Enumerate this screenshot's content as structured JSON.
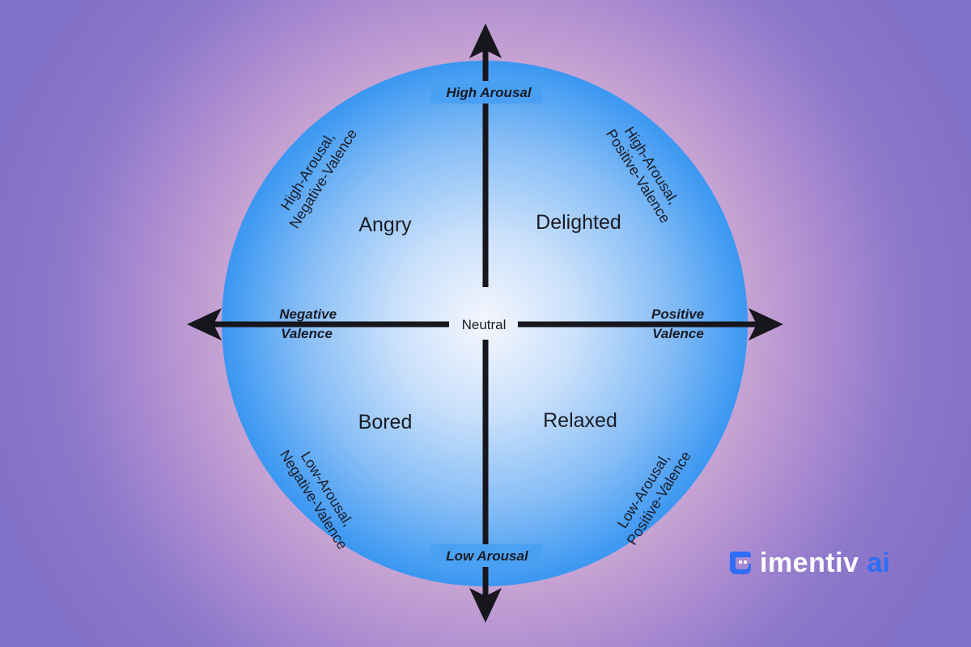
{
  "axes": {
    "top": "High Arousal",
    "bottom": "Low Arousal",
    "left": [
      "Negative",
      "Valence"
    ],
    "right": [
      "Positive",
      "Valence"
    ],
    "center": "Neutral"
  },
  "emotions": {
    "top_left": "Angry",
    "top_right": "Delighted",
    "bottom_left": "Bored",
    "bottom_right": "Relaxed"
  },
  "quadrants": {
    "top_left": [
      "High-Arousal,",
      "Negative-Valence"
    ],
    "top_right": [
      "High-Arousal,",
      "Positive-Valence"
    ],
    "bottom_left": [
      "Low-Arousal,",
      "Negative-Valence"
    ],
    "bottom_right": [
      "Low-Arousal,",
      "Positive-Valence"
    ]
  },
  "logo": {
    "name": "imentiv",
    "accent": "ai"
  },
  "colors": {
    "circle_center": "#f2f5fd",
    "circle_edge": "#3a97f2",
    "axis": "#16161c",
    "logo_accent": "#2e6df5"
  }
}
